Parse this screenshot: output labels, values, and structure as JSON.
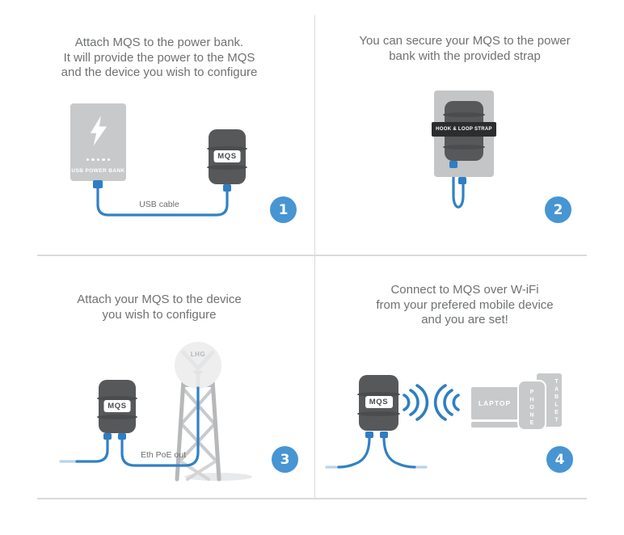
{
  "colors": {
    "accent_blue": "#3181c5",
    "badge_blue": "#4795d2",
    "device_dark_gray": "#57585a",
    "light_gray": "#c7c9ca",
    "strap_black": "#2c2d2f",
    "caption_gray": "#6e7173",
    "divider_gray": "#d9dadb"
  },
  "panels": [
    {
      "step": "1",
      "caption_lines": [
        "Attach MQS to the power bank.",
        "It will provide the power to the MQS",
        "and the device you wish to configure"
      ],
      "labels": {
        "power_bank": "USB POWER BANK",
        "device": "MQS",
        "cable": "USB cable"
      }
    },
    {
      "step": "2",
      "caption_lines": [
        "You can secure your MQS to the power",
        "bank with the provided strap"
      ],
      "labels": {
        "strap": "HOOK & LOOP STRAP"
      }
    },
    {
      "step": "3",
      "caption_lines": [
        "Attach your MQS to the device",
        "you wish to configure"
      ],
      "labels": {
        "device": "MQS",
        "antenna": "LHG",
        "cable": "Eth PoE out"
      }
    },
    {
      "step": "4",
      "caption_lines": [
        "Connect to MQS over W-iFi",
        "from your prefered mobile device",
        "and you are set!"
      ],
      "labels": {
        "device": "MQS",
        "laptop": "LAPTOP",
        "phone": "PHONE",
        "tablet": "TABLET"
      }
    }
  ]
}
